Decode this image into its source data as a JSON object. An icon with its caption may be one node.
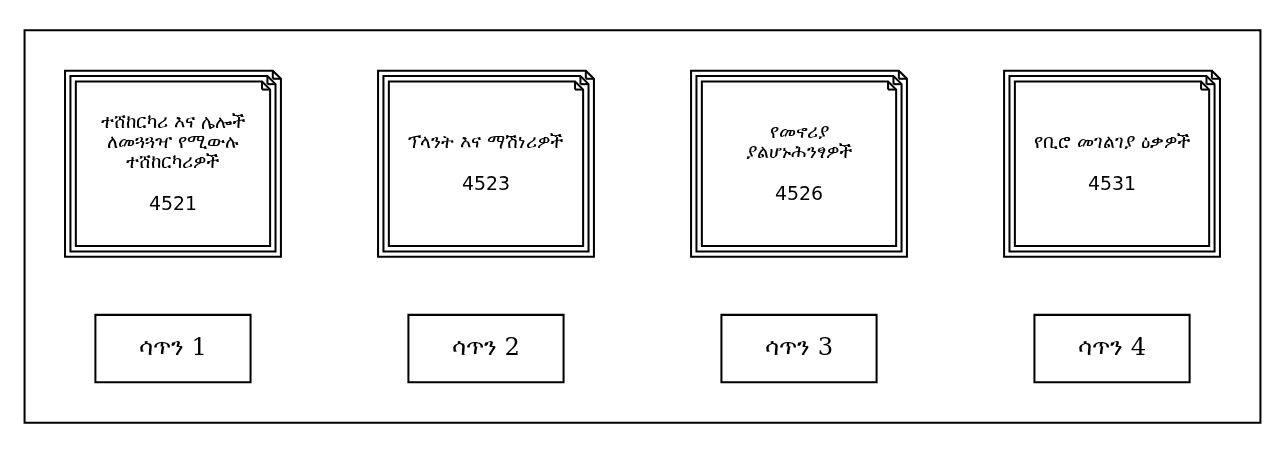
{
  "diagram": {
    "nodes": [
      {
        "text": [],
        "shape": "box"
      },
      {
        "text": [
          "ተሸከርካሪ እና ሌሎች ለመጓጓዣ የሚውሉ ተሸከርካሪዎች",
          "4521"
        ],
        "in": 0
      },
      {
        "text": [
          "ፕላንት እና ማሽነሪዎች",
          "4523"
        ],
        "in": 0
      },
      {
        "text": [
          "የመኖሪያ ያልሆኑሕንፃዎች",
          "4526"
        ],
        "in": 0
      },
      {
        "text": [
          "የቢሮ መገልገያ ዕቃዎች",
          "4531"
        ],
        "in": 0
      },
      {
        "text": [
          "ሳጥን 1"
        ],
        "in": 0
      },
      {
        "text": [
          "ሳጥን 2"
        ],
        "in": 0
      },
      {
        "text": [
          "ሳጥን 3"
        ],
        "in": 0
      },
      {
        "text": [
          "ሳጥን 4"
        ],
        "in": 0
      }
    ],
    "edges": []
  }
}
